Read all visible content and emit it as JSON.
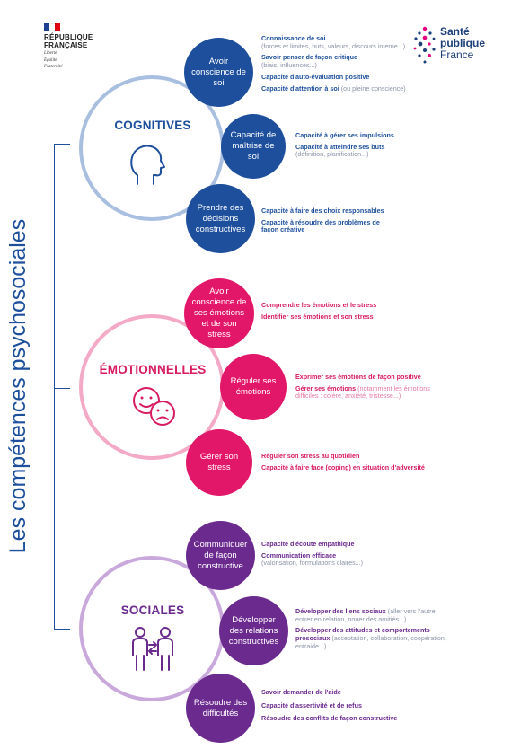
{
  "logos": {
    "republique": {
      "line1": "RÉPUBLIQUE",
      "line2": "FRANÇAISE",
      "motto": [
        "Liberté",
        "Égalité",
        "Fraternité"
      ]
    },
    "sante": {
      "line1": "Santé",
      "line2": "publique",
      "line3": "France"
    }
  },
  "title": "Les compétences psychosociales",
  "colors": {
    "blue": "#1d4f9c",
    "pink": "#d81b60",
    "purple": "#6b2a8e",
    "blue_ring": "#a9bfe0",
    "pink_ring": "#f4a9c6",
    "purple_ring": "#c9a8dc"
  },
  "groups": [
    {
      "name": "COGNITIVES",
      "icon": "head-profile-icon",
      "skills": [
        {
          "label": "Avoir conscience de soi",
          "items": [
            {
              "bold": "Connaissance de soi",
              "rest": "(forces et limites, buts, valeurs, discours interne...)"
            },
            {
              "bold": "Savoir penser de façon critique",
              "rest": "(biais, influences...)"
            },
            {
              "bold": "Capacité d'auto-évaluation positive",
              "rest": ""
            },
            {
              "bold": "Capacité d'attention à soi",
              "rest": "(ou pleine conscience)"
            }
          ]
        },
        {
          "label": "Capacité de maîtrise de soi",
          "items": [
            {
              "bold": "Capacité à gérer ses impulsions",
              "rest": ""
            },
            {
              "bold": "Capacité à atteindre ses buts",
              "rest": "(définition, planification...)"
            }
          ]
        },
        {
          "label": "Prendre des décisions constructives",
          "items": [
            {
              "bold": "Capacité à faire des choix responsables",
              "rest": ""
            },
            {
              "bold": "Capacité à résoudre des problèmes de façon créative",
              "rest": ""
            }
          ]
        }
      ]
    },
    {
      "name": "ÉMOTIONNELLES",
      "icon": "faces-emotions-icon",
      "skills": [
        {
          "label": "Avoir conscience de ses émotions et de son stress",
          "items": [
            {
              "bold": "Comprendre les émotions et le stress",
              "rest": ""
            },
            {
              "bold": "Identifier ses émotions et son stress",
              "rest": ""
            }
          ]
        },
        {
          "label": "Réguler ses émotions",
          "items": [
            {
              "bold": "Exprimer ses émotions de façon positive",
              "rest": ""
            },
            {
              "bold": "Gérer ses émotions",
              "rest": "(notamment les émotions difficiles : colère, anxiété, tristesse...)"
            }
          ]
        },
        {
          "label": "Gérer son stress",
          "items": [
            {
              "bold": "Réguler son stress au quotidien",
              "rest": ""
            },
            {
              "bold": "Capacité à faire face (coping) en situation d'adversité",
              "rest": ""
            }
          ]
        }
      ]
    },
    {
      "name": "SOCIALES",
      "icon": "people-exchange-icon",
      "skills": [
        {
          "label": "Communiquer de façon constructive",
          "items": [
            {
              "bold": "Capacité d'écoute empathique",
              "rest": ""
            },
            {
              "bold": "Communication efficace",
              "rest": "(valorisation, formulations claires...)"
            }
          ]
        },
        {
          "label": "Développer des relations constructives",
          "items": [
            {
              "bold": "Développer des liens sociaux",
              "rest": "(aller vers l'autre, entrer en relation, nouer des amitiés...)"
            },
            {
              "bold": "Développer des attitudes et comportements prosociaux",
              "rest": "(acceptation, collaboration, coopération, entraide...)"
            }
          ]
        },
        {
          "label": "Résoudre des difficultés",
          "items": [
            {
              "bold": "Savoir demander de l'aide",
              "rest": ""
            },
            {
              "bold": "Capacité d'assertivité et de refus",
              "rest": ""
            },
            {
              "bold": "Résoudre des conflits de façon constructive",
              "rest": ""
            }
          ]
        }
      ]
    }
  ]
}
